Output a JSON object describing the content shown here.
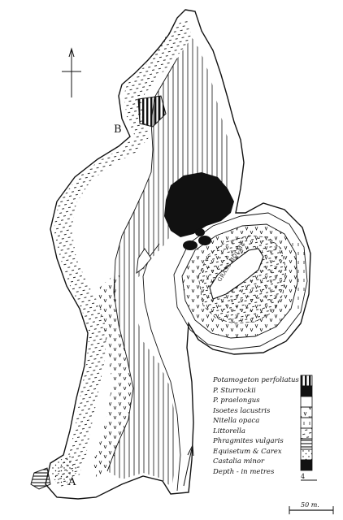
{
  "map": {
    "site_labels": {
      "b": "B",
      "a": "A"
    },
    "island_label": "GRASS HOLME",
    "scale_label": "50 m.",
    "legend": [
      {
        "label": "Potamogeton perfoliatus",
        "key": "potamogeton-perfoliatus"
      },
      {
        "label": "P. Sturrockii",
        "key": "p-sturrockii"
      },
      {
        "label": "P. praelongus",
        "key": "p-praelongus"
      },
      {
        "label": "Isoetes lacustris",
        "key": "isoetes-lacustris"
      },
      {
        "label": "Nitella opaca",
        "key": "nitella-opaca"
      },
      {
        "label": "Littorella",
        "key": "littorella"
      },
      {
        "label": "Phragmites vulgaris",
        "key": "phragmites-vulgaris"
      },
      {
        "label": "Equisetum & Carex",
        "key": "equisetum-carex"
      },
      {
        "label": "Castalia minor",
        "key": "castalia-minor"
      },
      {
        "label": "Depth - in metres",
        "key": "depth"
      }
    ],
    "depth_value": "4",
    "icons": [
      "north-arrow-icon",
      "direction-arrow-icon"
    ],
    "colors": {
      "ink": "#111111",
      "paper": "#ffffff"
    }
  }
}
